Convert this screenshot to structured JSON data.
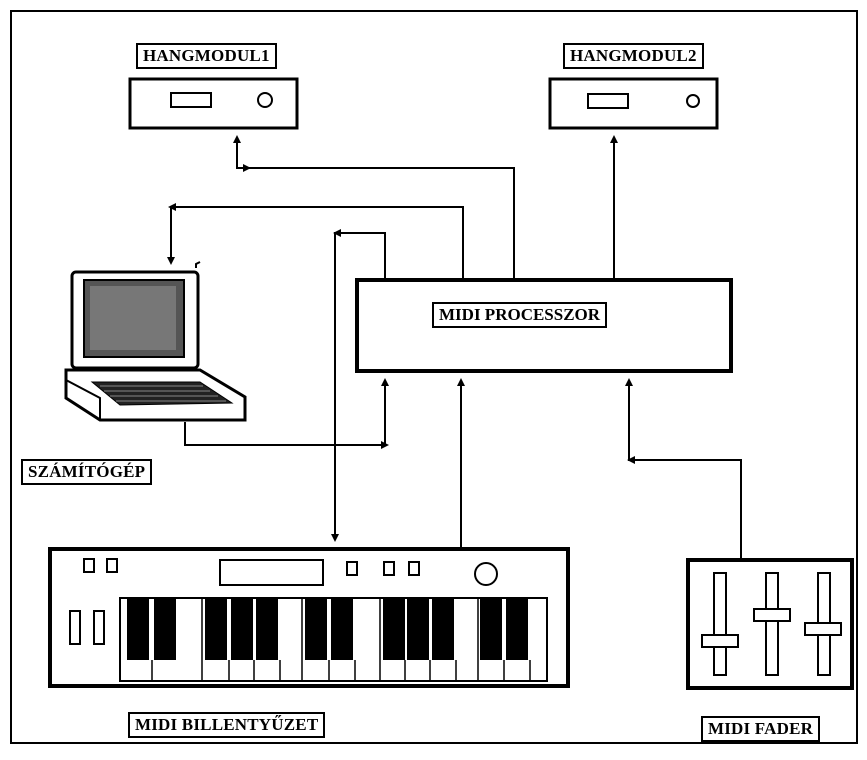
{
  "labels": {
    "module1": "HANGMODUL1",
    "module2": "HANGMODUL2",
    "processor": "MIDI PROCESSZOR",
    "computer": "SZÁMÍTÓGÉP",
    "keyboard": "MIDI BILLENTYŰZET",
    "fader": "MIDI FADER"
  },
  "colors": {
    "ink": "#000000",
    "paper": "#ffffff"
  }
}
